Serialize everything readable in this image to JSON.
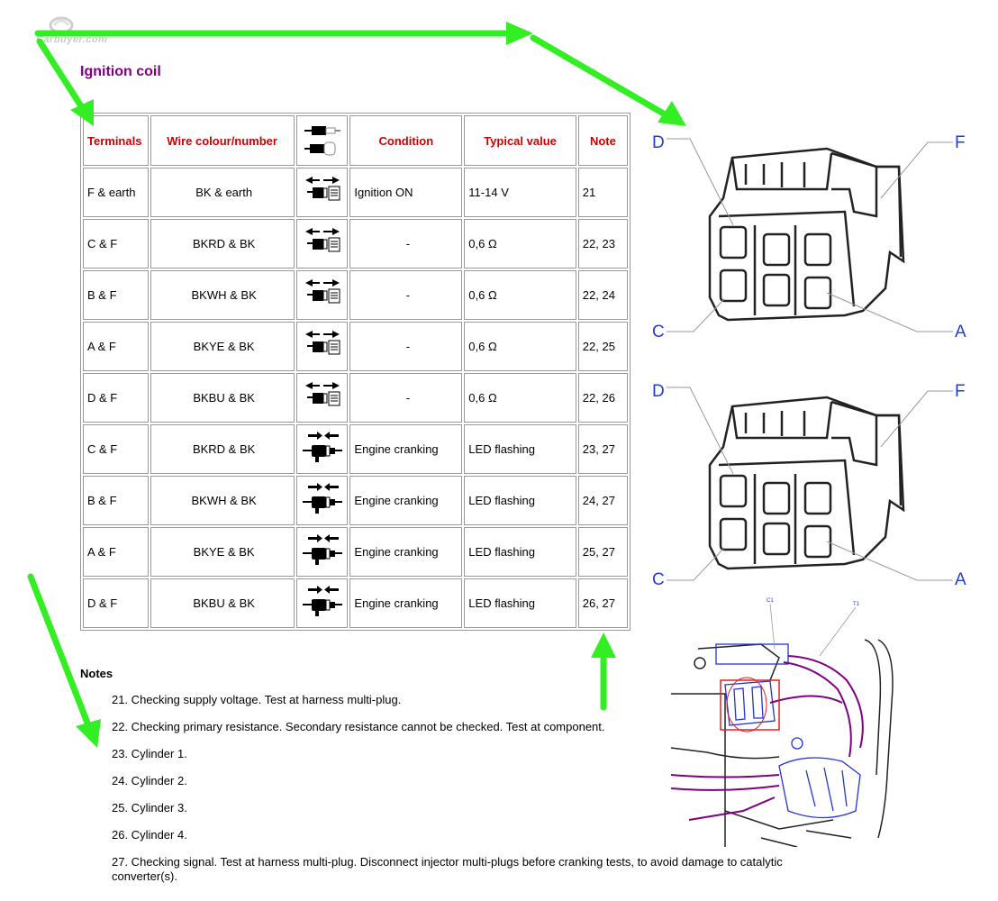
{
  "watermark": "Carbuyer.com",
  "title": "Ignition coil",
  "table": {
    "headers": {
      "terminals": "Terminals",
      "wire": "Wire colour/number",
      "condition": "Condition",
      "typical": "Typical value",
      "note": "Note"
    },
    "rows": [
      {
        "terminals": "F & earth",
        "wire": "BK & earth",
        "icon": "voltage-probe-icon",
        "condition": "Ignition ON",
        "typical": "11-14 V",
        "note": "21"
      },
      {
        "terminals": "C & F",
        "wire": "BKRD & BK",
        "icon": "resistance-probe-icon",
        "condition": "-",
        "typical": "0,6 Ω",
        "note": "22, 23"
      },
      {
        "terminals": "B & F",
        "wire": "BKWH & BK",
        "icon": "resistance-probe-icon",
        "condition": "-",
        "typical": "0,6 Ω",
        "note": "22, 24"
      },
      {
        "terminals": "A & F",
        "wire": "BKYE & BK",
        "icon": "resistance-probe-icon",
        "condition": "-",
        "typical": "0,6 Ω",
        "note": "22, 25"
      },
      {
        "terminals": "D & F",
        "wire": "BKBU & BK",
        "icon": "resistance-probe-icon",
        "condition": "-",
        "typical": "0,6 Ω",
        "note": "22, 26"
      },
      {
        "terminals": "C & F",
        "wire": "BKRD & BK",
        "icon": "led-tester-icon",
        "condition": "Engine cranking",
        "typical": "LED flashing",
        "note": "23, 27"
      },
      {
        "terminals": "B & F",
        "wire": "BKWH & BK",
        "icon": "led-tester-icon",
        "condition": "Engine cranking",
        "typical": "LED flashing",
        "note": "24, 27"
      },
      {
        "terminals": "A & F",
        "wire": "BKYE & BK",
        "icon": "led-tester-icon",
        "condition": "Engine cranking",
        "typical": "LED flashing",
        "note": "25, 27"
      },
      {
        "terminals": "D & F",
        "wire": "BKBU & BK",
        "icon": "led-tester-icon",
        "condition": "Engine cranking",
        "typical": "LED flashing",
        "note": "26, 27"
      }
    ]
  },
  "notes": {
    "title": "Notes",
    "items": [
      "21. Checking supply voltage. Test at harness multi-plug.",
      "22. Checking primary resistance. Secondary resistance cannot be checked. Test at component.",
      "23. Cylinder 1.",
      "24. Cylinder 2.",
      "25. Cylinder 3.",
      "26. Cylinder 4.",
      "27. Checking signal. Test at harness multi-plug. Disconnect injector multi-plugs before cranking tests, to avoid damage to catalytic converter(s)."
    ]
  },
  "connector_top": {
    "labels": {
      "d": "D",
      "f": "F",
      "c": "C",
      "a": "A"
    }
  },
  "connector_bottom": {
    "labels": {
      "d": "D",
      "f": "F",
      "c": "C",
      "a": "A"
    }
  },
  "engine_diagram": {
    "labels": {
      "c1": "C1",
      "t1": "T1"
    }
  },
  "colors": {
    "title": "#800080",
    "header": "#cc0000",
    "arrow": "#33ee22",
    "connector_label": "#1f3fcf",
    "wiring": "#800080"
  }
}
